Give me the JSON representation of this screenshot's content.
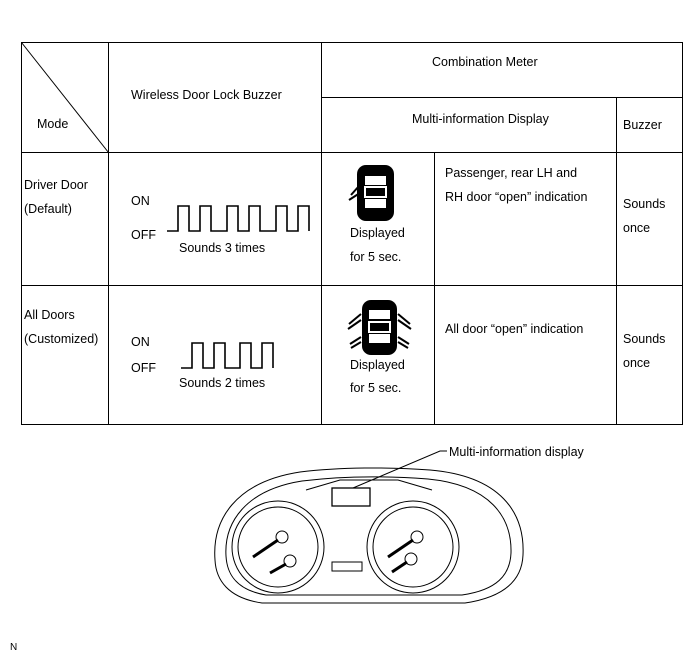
{
  "table": {
    "header": {
      "mode": "Mode",
      "buzzer_col": "Wireless Door Lock Buzzer",
      "combination_meter": "Combination Meter",
      "mid": "Multi-information Display",
      "buzzer": "Buzzer"
    },
    "rows": [
      {
        "mode_line1": "Driver Door",
        "mode_line2": "(Default)",
        "on": "ON",
        "off": "OFF",
        "sounds": "Sounds 3 times",
        "displayed_line1": "Displayed",
        "displayed_line2": "for 5 sec.",
        "indication_line1": "Passenger, rear LH and",
        "indication_line2": "RH door “open” indication",
        "buzzer_line1": "Sounds",
        "buzzer_line2": "once"
      },
      {
        "mode_line1": "All Doors",
        "mode_line2": "(Customized)",
        "on": "ON",
        "off": "OFF",
        "sounds": "Sounds 2 times",
        "displayed_line1": "Displayed",
        "displayed_line2": "for 5 sec.",
        "indication_line1": "All door “open” indication",
        "buzzer_line1": "Sounds",
        "buzzer_line2": "once"
      }
    ]
  },
  "callout": "Multi-information display",
  "corner_mark": "N"
}
